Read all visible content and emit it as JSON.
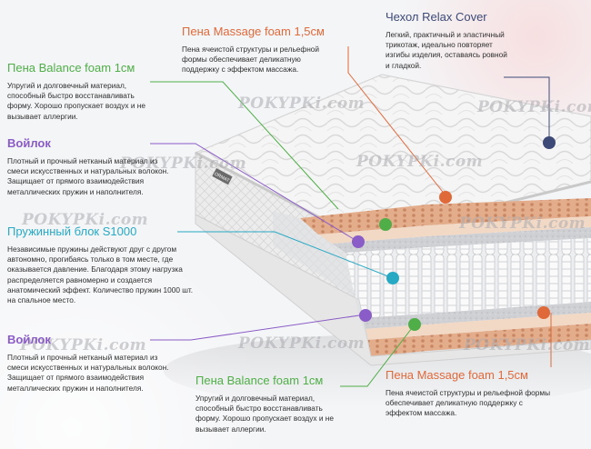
{
  "colors": {
    "green": "#4fae47",
    "purple": "#8a5cc7",
    "cyan": "#27a9c4",
    "orange": "#e0693a",
    "navy": "#3d4a78",
    "text": "#2f2f2f"
  },
  "watermark": "POKYPKi.com",
  "mattress_label": "ORMAT",
  "layers": {
    "massage_top": {
      "title": "Пена Massage foam 1,5см",
      "desc": "Пена ячеистой структуры и рельефной формы обеспечивает деликатную поддержку с эффектом массажа."
    },
    "cover": {
      "title": "Чехол Relax Cover",
      "desc": "Легкий, практичный и эластичный трикотаж, идеально повторяет изгибы изделия, оставаясь ровной и гладкой."
    },
    "balance_top": {
      "title": "Пена Balance foam 1см",
      "desc": "Упругий и долговечный материал, способный быстро восстанавливать форму. Хорошо пропускает воздух и не вызывает аллергии."
    },
    "felt_top": {
      "title": "Войлок",
      "desc": "Плотный и прочный нетканый материал из смеси искусственных и натуральных волокон. Защищает от прямого взаимодействия металлических пружин и наполнителя."
    },
    "springs": {
      "title": "Пружинный блок S1000",
      "desc": "Независимые пружины действуют друг с другом автономно, прогибаясь только в том месте, где оказывается давление. Благодаря этому нагрузка распределяется равномерно и создается анатомический эффект. Количество пружин 1000 шт. на спальное место."
    },
    "felt_bottom": {
      "title": "Войлок",
      "desc": "Плотный и прочный нетканый материал из смеси искусственных и натуральных волокон. Защищает от прямого взаимодействия металлических пружин и наполнителя."
    },
    "balance_bottom": {
      "title": "Пена Balance foam 1см",
      "desc": "Упругий и долговечный материал, способный быстро восстанавливать форму. Хорошо пропускает воздух и не вызывает аллергии."
    },
    "massage_bottom": {
      "title": "Пена Massage foam 1,5см",
      "desc": "Пена ячеистой структуры и рельефной формы обеспечивает деликатную поддержку с эффектом массажа."
    }
  }
}
